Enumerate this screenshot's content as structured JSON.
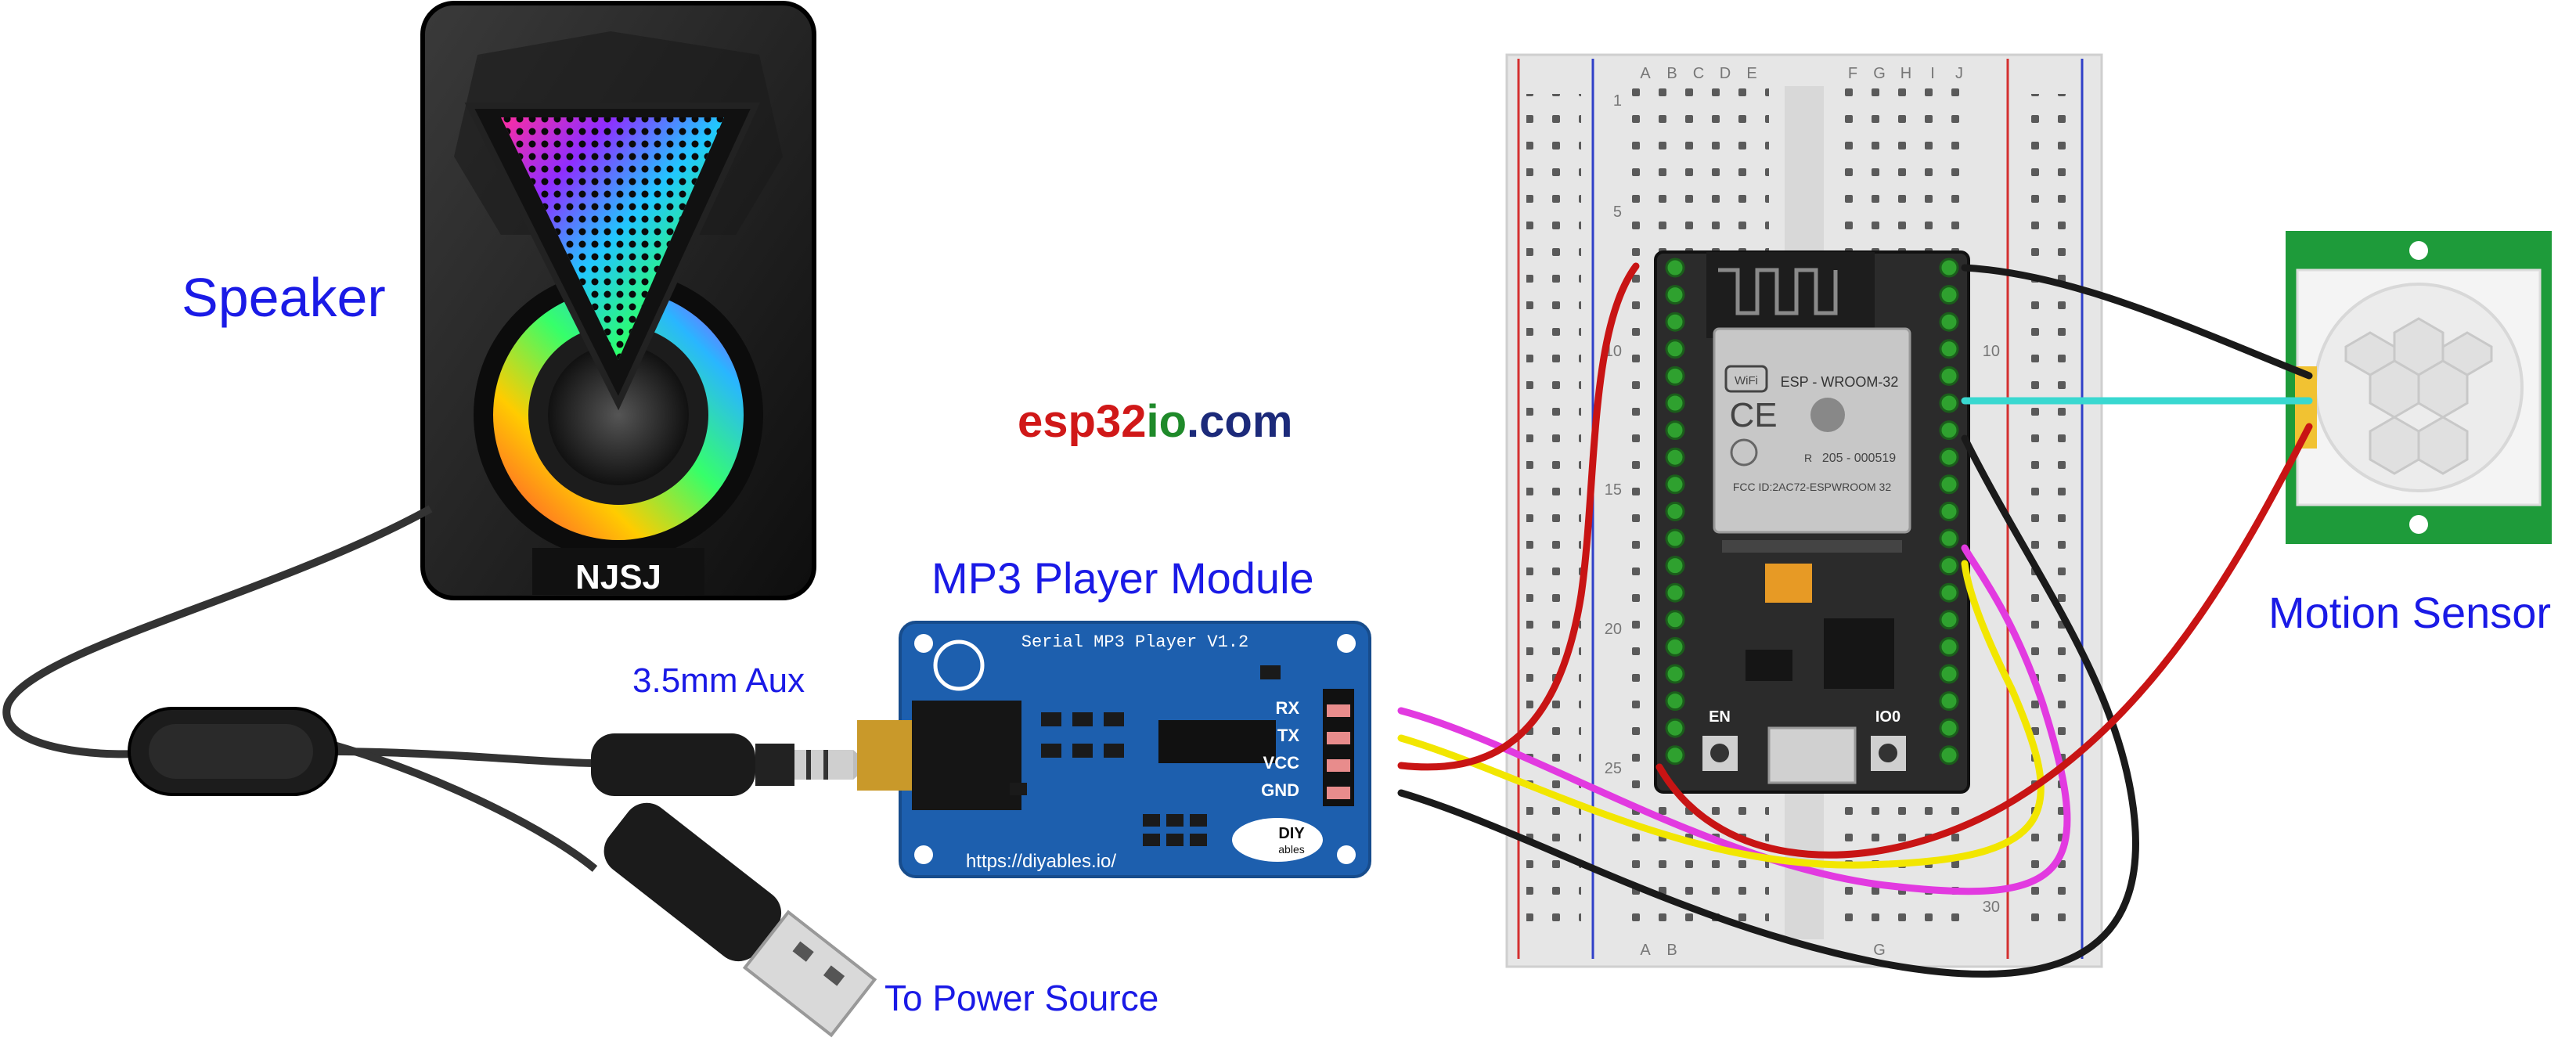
{
  "labels": {
    "speaker": "Speaker",
    "mp3_module": "MP3 Player Module",
    "aux": "3.5mm Aux",
    "power": "To Power Source",
    "motion_sensor": "Motion Sensor"
  },
  "brand": {
    "part1": "esp32",
    "part2": "io",
    "part3": ".com"
  },
  "speaker": {
    "logo": "NJSJ"
  },
  "mp3": {
    "title": "Serial MP3 Player V1.2",
    "url": "https://diyables.io/",
    "pins": [
      "RX",
      "TX",
      "VCC",
      "GND"
    ],
    "logo_top": "DIY",
    "logo_bottom": "ables"
  },
  "esp32": {
    "model": "ESP - WROOM-32",
    "ce": "CE",
    "cert": "205 - 000519",
    "fcc": "FCC ID:2AC72-ESPWROOM 32",
    "r_mark": "R",
    "wifi": "WiFi",
    "btn_en": "EN",
    "btn_io0": "IO0"
  },
  "breadboard": {
    "col_left": [
      "A",
      "B",
      "C",
      "D",
      "E"
    ],
    "col_right": [
      "F",
      "G",
      "H",
      "I",
      "J"
    ],
    "rows": [
      "1",
      "5",
      "10",
      "15",
      "20",
      "25",
      "30"
    ]
  },
  "colors": {
    "label_blue": "#1a1ae6",
    "wire_red": "#c81414",
    "wire_black": "#1a1a1a",
    "wire_yellow": "#f2e600",
    "wire_magenta": "#e23ae0",
    "wire_cyan": "#39d8d0",
    "mp3_board": "#1d5fae",
    "sensor_green": "#1e9b3a",
    "esp_board": "#2b2b2b"
  }
}
